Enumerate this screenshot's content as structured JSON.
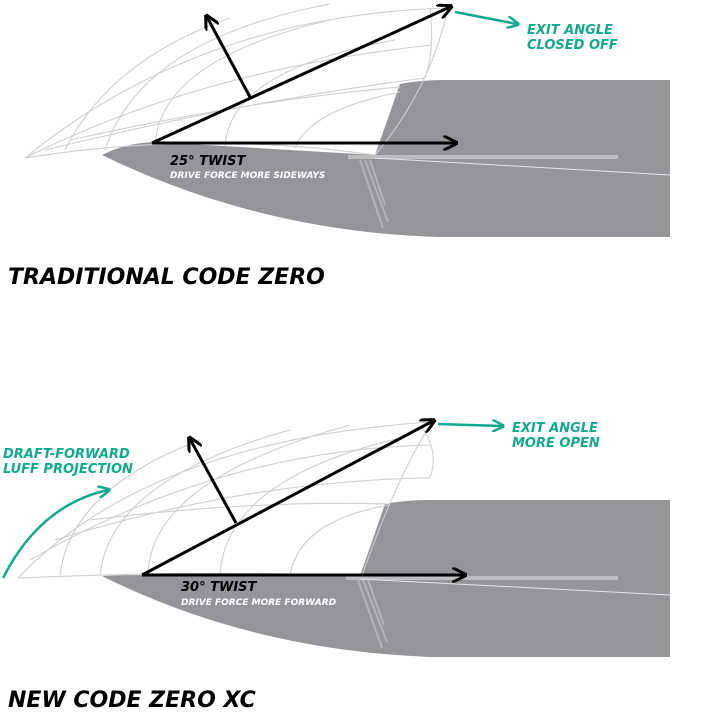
{
  "colors": {
    "accent": "#12a88c",
    "hull": "#939598",
    "mesh": "#cfcfcf"
  },
  "diagrams": [
    {
      "title": "TRADITIONAL CODE ZERO",
      "twist": "25° TWIST",
      "drive": "DRIVE FORCE MORE SIDEWAYS",
      "exit_line1": "EXIT ANGLE",
      "exit_line2": "CLOSED OFF"
    },
    {
      "title": "NEW CODE ZERO XC",
      "twist": "30° TWIST",
      "drive": "DRIVE FORCE MORE FORWARD",
      "exit_line1": "EXIT ANGLE",
      "exit_line2": "MORE OPEN",
      "luff_line1": "DRAFT-FORWARD",
      "luff_line2": "LUFF PROJECTION"
    }
  ]
}
